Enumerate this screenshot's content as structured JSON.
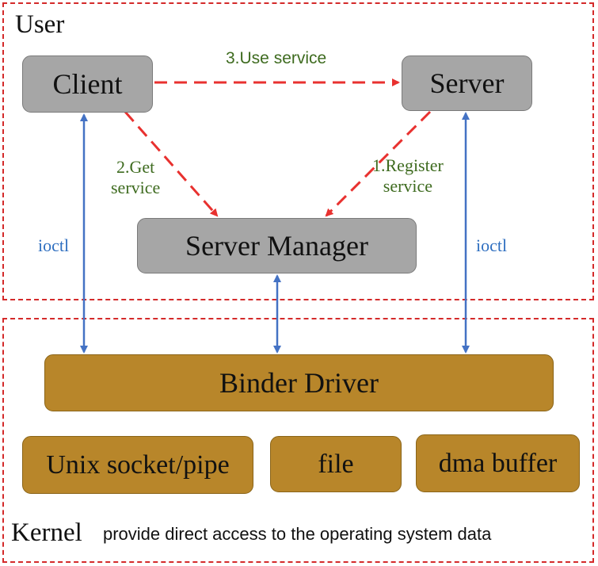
{
  "regions": {
    "user": {
      "title": "User"
    },
    "kernel": {
      "title": "Kernel",
      "description": "provide direct access to the operating system data"
    }
  },
  "nodes": {
    "client": "Client",
    "server": "Server",
    "server_manager": "Server Manager",
    "binder_driver": "Binder Driver",
    "unix_socket": "Unix socket/pipe",
    "file": "file",
    "dma_buffer": "dma buffer"
  },
  "edges": {
    "use_service": "3.Use service",
    "get_service": [
      "2.Get",
      "service"
    ],
    "register_service": [
      "1.Register",
      "service"
    ],
    "ioctl_left": "ioctl",
    "ioctl_right": "ioctl"
  },
  "colors": {
    "region_border": "#d42a2a",
    "user_box": "#a6a6a6",
    "kernel_box": "#b8862a",
    "service_arrow": "#e8312f",
    "ioctl_arrow": "#4472c4",
    "service_label": "#3e6b1f",
    "ioctl_label": "#2f6fc0"
  }
}
